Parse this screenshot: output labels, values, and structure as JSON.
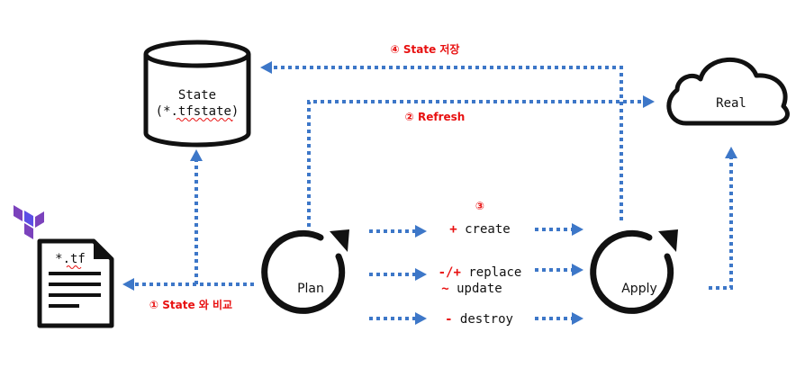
{
  "state": {
    "line1": "State",
    "line2": "(*.tfstate)"
  },
  "cloud": {
    "label": "Real"
  },
  "file": {
    "label": "*.tf"
  },
  "plan": {
    "label": "Plan"
  },
  "apply": {
    "label": "Apply"
  },
  "labels": {
    "compare": "① State 와 비교",
    "refresh": "② Refresh",
    "step3": "③",
    "save": "④ State 저장"
  },
  "actions": {
    "create_sym": "+",
    "create_text": " create",
    "replace_sym": "-/+",
    "replace_text": " replace",
    "update_sym": "~",
    "update_text": " update",
    "destroy_sym": "-",
    "destroy_text": " destroy"
  },
  "colors": {
    "arrow": "#3d77c8",
    "annotation": "#e81010",
    "terraform_logo": "#7b42bc",
    "outline": "#111111"
  }
}
